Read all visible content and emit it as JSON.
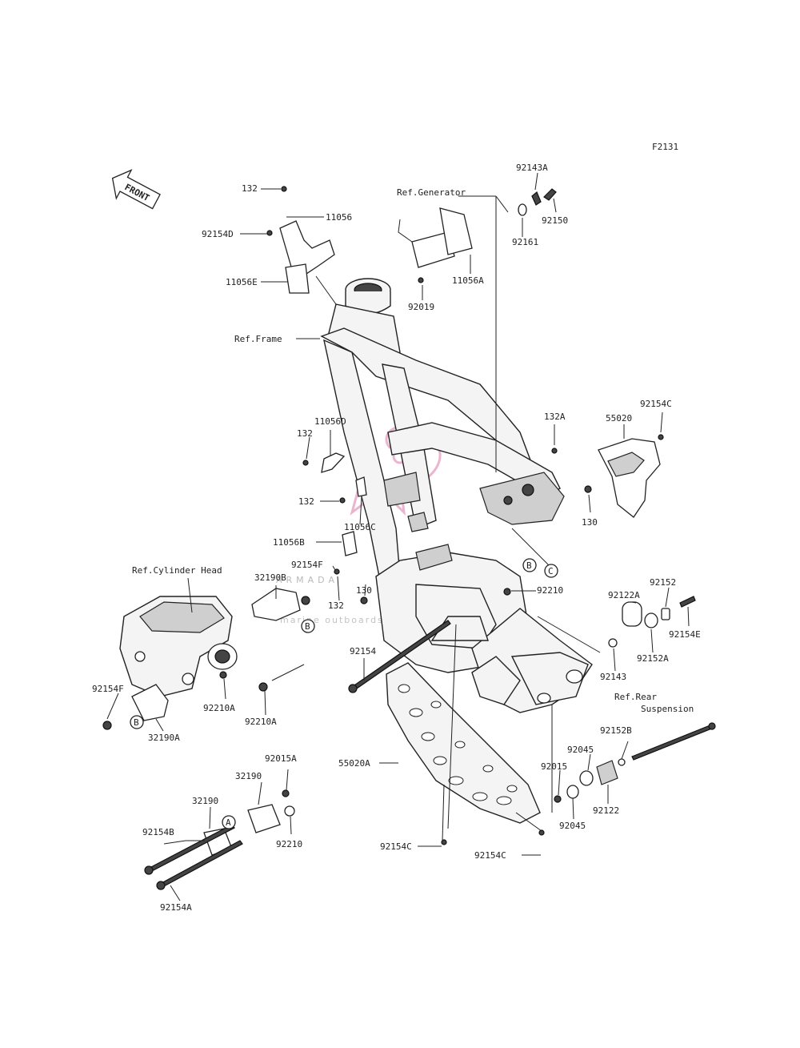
{
  "figure_code": "F2131",
  "front_badge": "FRONT",
  "watermark": {
    "name": "ARMADA",
    "tagline": "marine outboards",
    "logo_color": "#e8a9c8"
  },
  "refs": {
    "generator": "Ref.Generator",
    "frame": "Ref.Frame",
    "cylinder_head": "Ref.Cylinder Head",
    "rear_suspension_1": "Ref.Rear",
    "rear_suspension_2": "Suspension"
  },
  "markers": {
    "a": "A",
    "b": "B",
    "c": "C"
  },
  "labels": {
    "l_132_top": "132",
    "l_11056": "11056",
    "l_92154D": "92154D",
    "l_11056E": "11056E",
    "l_92143A": "92143A",
    "l_92150": "92150",
    "l_92161": "92161",
    "l_11056A": "11056A",
    "l_92019": "92019",
    "l_11056D": "11056D",
    "l_132_mid": "132",
    "l_132_low": "132",
    "l_11056C": "11056C",
    "l_132A": "132A",
    "l_55020": "55020",
    "l_92154C_top": "92154C",
    "l_130_right": "130",
    "l_11056B": "11056B",
    "l_92154F_mid": "92154F",
    "l_132_bot": "132",
    "l_130_mid": "130",
    "l_92210_mid": "92210",
    "l_32190B": "32190B",
    "l_92152": "92152",
    "l_92122A": "92122A",
    "l_92154E": "92154E",
    "l_92152A": "92152A",
    "l_92143": "92143",
    "l_92154": "92154",
    "l_92154F": "92154F",
    "l_92210A_1": "92210A",
    "l_92210A_2": "92210A",
    "l_32190A": "32190A",
    "l_92152B": "92152B",
    "l_92045_1": "92045",
    "l_92015": "92015",
    "l_92122": "92122",
    "l_92045_2": "92045",
    "l_55020A": "55020A",
    "l_92015A": "92015A",
    "l_32190_1": "32190",
    "l_32190_2": "32190",
    "l_92210_low": "92210",
    "l_92154B": "92154B",
    "l_92154A": "92154A",
    "l_92154C_l": "92154C",
    "l_92154C_r": "92154C"
  }
}
